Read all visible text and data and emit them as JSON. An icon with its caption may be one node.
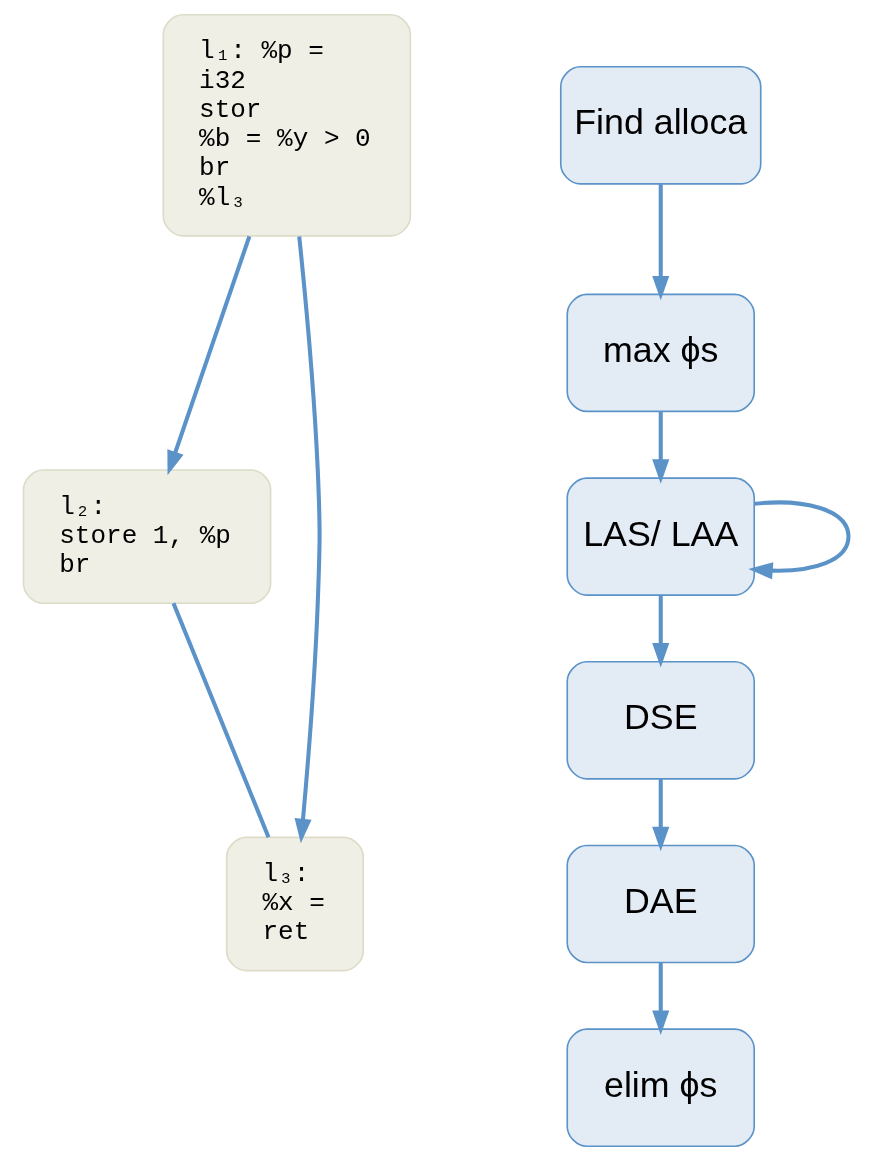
{
  "diagram": {
    "nodes": [
      {
        "text": [
          "l₁: %p =",
          "i32",
          "stor",
          "%b = %y > 0",
          "br",
          "%l₃"
        ]
      },
      {
        "text": [
          "Find alloca"
        ]
      },
      {
        "text": [
          "max ϕs"
        ]
      },
      {
        "text": [
          "l₂:",
          "store 1, %p",
          "br"
        ]
      },
      {
        "text": [
          "LAS/ LAA"
        ]
      },
      {
        "text": [
          "DSE"
        ]
      },
      {
        "text": [
          "DAE"
        ]
      },
      {
        "text": [
          "l₃:",
          "%x =",
          "ret"
        ]
      },
      {
        "text": [
          "elim ϕs"
        ]
      }
    ],
    "edges": [
      {
        "from": 1,
        "to": 2,
        "arrow": "to"
      },
      {
        "from": 2,
        "to": 4,
        "arrow": "to"
      },
      {
        "from": 4,
        "to": 4,
        "arrow": "to"
      },
      {
        "from": 4,
        "to": 5,
        "arrow": "to"
      },
      {
        "from": 5,
        "to": 6,
        "arrow": "to"
      },
      {
        "from": 6,
        "to": 8,
        "arrow": "to"
      },
      {
        "from": 0,
        "to": 3,
        "arrow": "to"
      },
      {
        "from": 3,
        "to": 7,
        "arrow": "none"
      },
      {
        "from": 0,
        "to": 7,
        "arrow": "to"
      }
    ]
  }
}
